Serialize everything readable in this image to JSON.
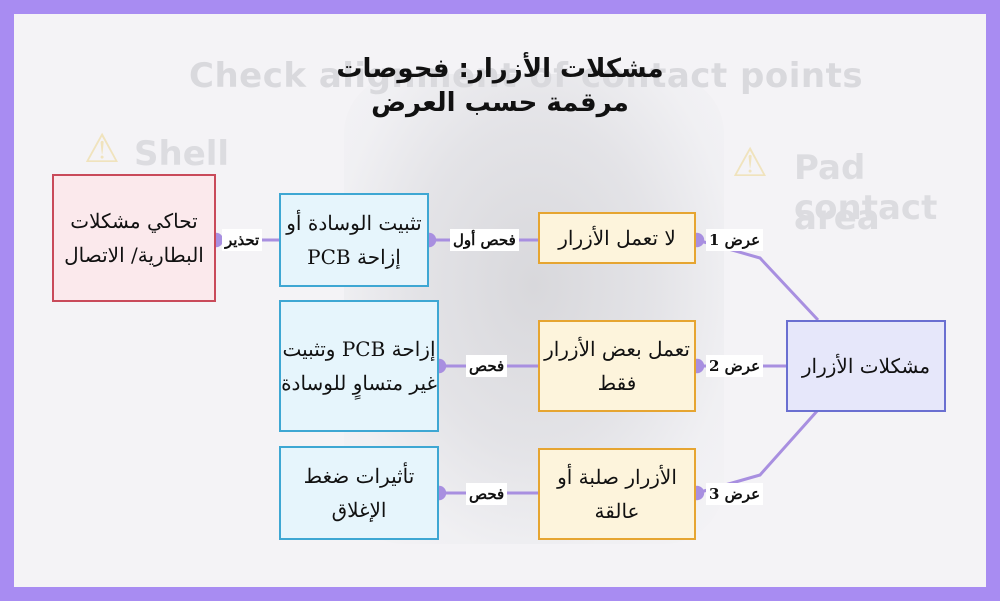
{
  "title_lines": [
    "مشكلات الأزرار: فحوصات",
    "مرقمة حسب العرض"
  ],
  "background": {
    "watermark": "Check alignment of contact points",
    "left_text": "Shell",
    "right_text": "Pad contact",
    "right_text_2": "area"
  },
  "nodes": {
    "root": "مشكلات الأزرار",
    "s1": "لا تعمل الأزرار",
    "s2": "تعمل بعض الأزرار فقط",
    "s3": "الأزرار صلبة أو عالقة",
    "c1": "تثبيت الوسادة أو إزاحة PCB",
    "c2": "إزاحة PCB وتثبيت غير متساوٍ للوسادة",
    "c3": "تأثيرات ضغط الإغلاق",
    "w1": "تحاكي مشكلات البطارية/ الاتصال"
  },
  "edges": {
    "e1": "عرض 1",
    "e2": "عرض 2",
    "e3": "عرض 3",
    "f1": "فحص أول",
    "f2": "فحص",
    "f3": "فحص",
    "w": "تحذير"
  },
  "colors": {
    "frame": "#a88cf2",
    "connector": "#a88fe0",
    "red": "#c94a5a",
    "blue": "#3ea7d3",
    "orange": "#e6a531",
    "purple": "#6a6fd1"
  }
}
